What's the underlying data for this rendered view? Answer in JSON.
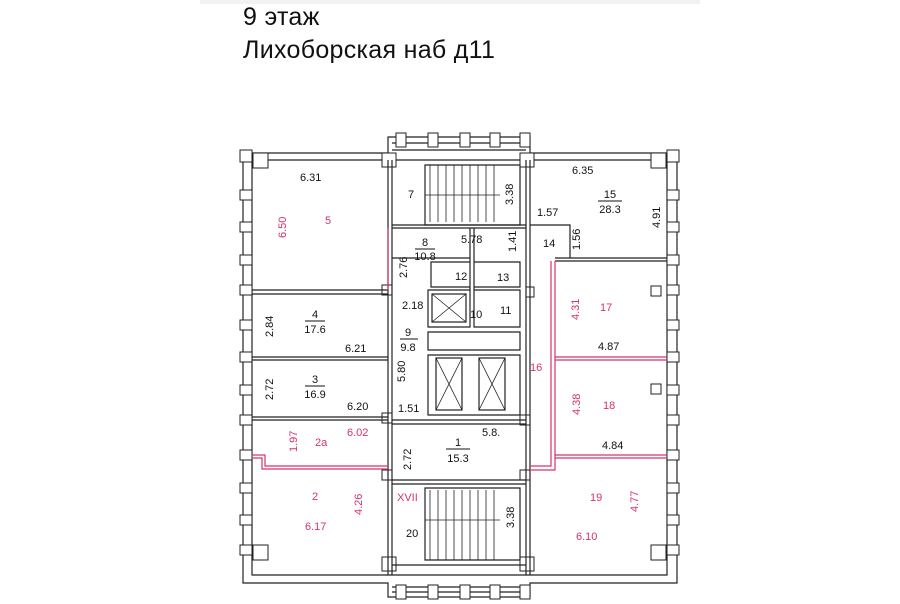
{
  "header": {
    "floor": "9 этаж",
    "address": "Лихоборская наб д11"
  },
  "colors": {
    "wall": "#222222",
    "highlight": "#d6336c"
  },
  "rooms": {
    "r5": {
      "num": "5",
      "w": "6.31",
      "h": "6.50"
    },
    "r4": {
      "num": "4",
      "area": "17.6",
      "w": "6.21",
      "h": "2.84"
    },
    "r3": {
      "num": "3",
      "area": "16.9",
      "w": "6.20",
      "h": "2.72"
    },
    "r2a": {
      "num": "2a",
      "w": "6.02",
      "h": "1.97"
    },
    "r2": {
      "num": "2",
      "w": "6.17",
      "h": "4.26"
    },
    "r7": {
      "num": "7"
    },
    "r8": {
      "num": "8",
      "area": "10.8",
      "w": "5.78",
      "h": "2.76"
    },
    "r9": {
      "num": "9",
      "area": "9.8",
      "w": "2.18",
      "h": "5.80"
    },
    "r10": {
      "num": "10"
    },
    "r11": {
      "num": "11"
    },
    "r12": {
      "num": "12"
    },
    "r13": {
      "num": "13"
    },
    "r14": {
      "num": "14",
      "w": "1.57",
      "h": "1.56",
      "h2": "1.41"
    },
    "r15": {
      "num": "15",
      "area": "28.3",
      "w": "6.35",
      "h": "4.91"
    },
    "stair_top": {
      "h": "3.38"
    },
    "r16": {
      "num": "16"
    },
    "r17": {
      "num": "17",
      "w": "4.87",
      "h": "4.31"
    },
    "r18": {
      "num": "18",
      "w": "4.84",
      "h": "4.38"
    },
    "r19": {
      "num": "19",
      "w": "6.10",
      "h": "4.77"
    },
    "r1": {
      "num": "1",
      "area": "15.3",
      "w": "5.8.",
      "h": "2.72",
      "d": "1.51"
    },
    "r20": {
      "num": "20",
      "h": "3.38"
    },
    "section": "XVII"
  }
}
